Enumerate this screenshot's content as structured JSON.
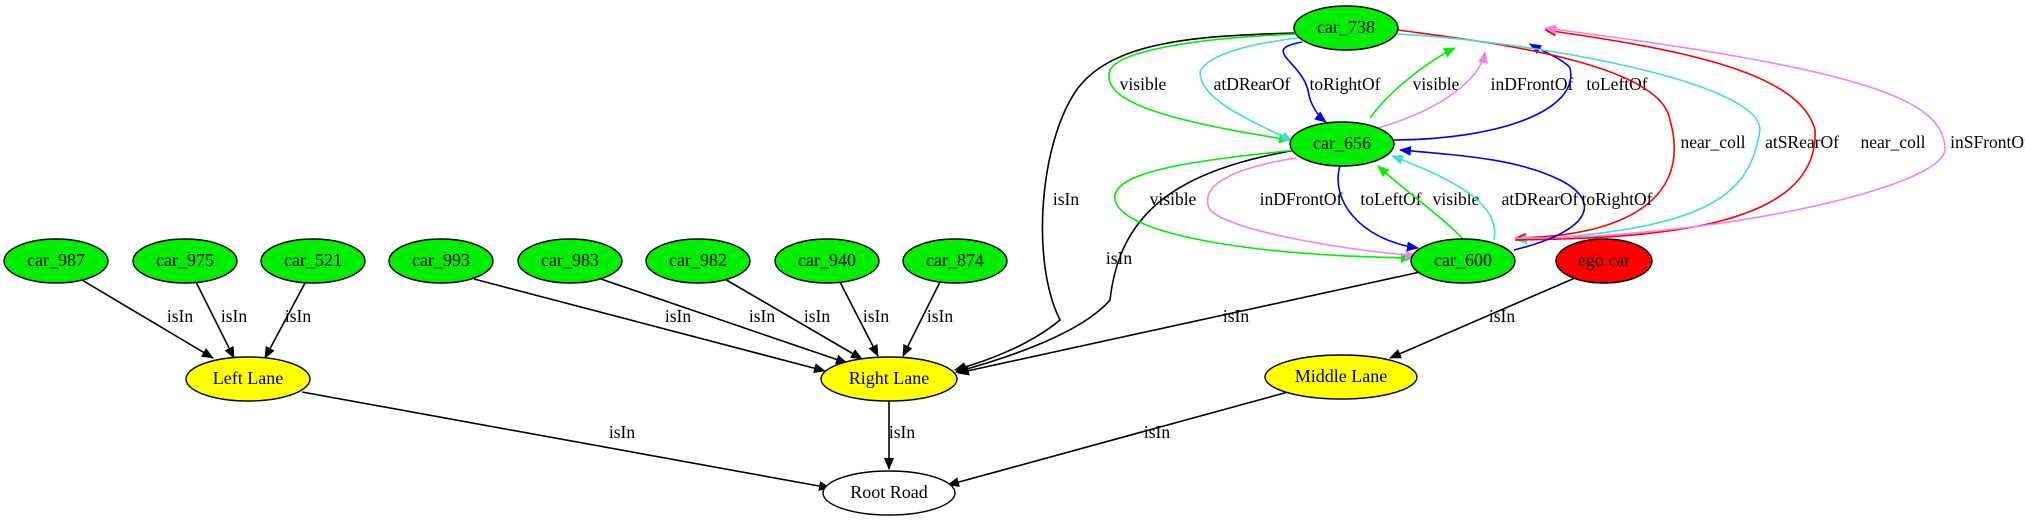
{
  "colors": {
    "car": "#00ee00",
    "ego": "#ff0000",
    "lane": "#ffff00",
    "road": "#ffffff",
    "isIn": "#000000",
    "visible": "#00ee00",
    "atDRearOf": "#40e0d0",
    "atSRearOf": "#40e0d0",
    "toRightOf": "#0000ee",
    "toLeftOf": "#0000ee",
    "inDFrontOf": "#ee82ee",
    "inSFrontOf": "#ee82ee",
    "near_coll": "#ff0000"
  },
  "nodes": [
    {
      "id": "car_738",
      "label": "car_738",
      "kind": "car"
    },
    {
      "id": "car_656",
      "label": "car_656",
      "kind": "car"
    },
    {
      "id": "car_987",
      "label": "car_987",
      "kind": "car"
    },
    {
      "id": "car_975",
      "label": "car_975",
      "kind": "car"
    },
    {
      "id": "car_521",
      "label": "car_521",
      "kind": "car"
    },
    {
      "id": "car_993",
      "label": "car_993",
      "kind": "car"
    },
    {
      "id": "car_983",
      "label": "car_983",
      "kind": "car"
    },
    {
      "id": "car_982",
      "label": "car_982",
      "kind": "car"
    },
    {
      "id": "car_940",
      "label": "car_940",
      "kind": "car"
    },
    {
      "id": "car_874",
      "label": "car_874",
      "kind": "car"
    },
    {
      "id": "car_600",
      "label": "car_600",
      "kind": "car"
    },
    {
      "id": "ego_car",
      "label": "ego car",
      "kind": "ego"
    },
    {
      "id": "left_lane",
      "label": "Left Lane",
      "kind": "lane"
    },
    {
      "id": "right_lane",
      "label": "Right Lane",
      "kind": "lane"
    },
    {
      "id": "middle_lane",
      "label": "Middle Lane",
      "kind": "lane"
    },
    {
      "id": "root_road",
      "label": "Root Road",
      "kind": "road"
    }
  ],
  "edges": [
    {
      "source": "car_987",
      "target": "left_lane",
      "label": "isIn",
      "relation": "isIn"
    },
    {
      "source": "car_975",
      "target": "left_lane",
      "label": "isIn",
      "relation": "isIn"
    },
    {
      "source": "car_521",
      "target": "left_lane",
      "label": "isIn",
      "relation": "isIn"
    },
    {
      "source": "car_993",
      "target": "right_lane",
      "label": "isIn",
      "relation": "isIn"
    },
    {
      "source": "car_983",
      "target": "right_lane",
      "label": "isIn",
      "relation": "isIn"
    },
    {
      "source": "car_982",
      "target": "right_lane",
      "label": "isIn",
      "relation": "isIn"
    },
    {
      "source": "car_940",
      "target": "right_lane",
      "label": "isIn",
      "relation": "isIn"
    },
    {
      "source": "car_874",
      "target": "right_lane",
      "label": "isIn",
      "relation": "isIn"
    },
    {
      "source": "car_738",
      "target": "right_lane",
      "label": "isIn",
      "relation": "isIn"
    },
    {
      "source": "car_656",
      "target": "right_lane",
      "label": "isIn",
      "relation": "isIn"
    },
    {
      "source": "car_600",
      "target": "right_lane",
      "label": "isIn",
      "relation": "isIn"
    },
    {
      "source": "ego_car",
      "target": "middle_lane",
      "label": "isIn",
      "relation": "isIn"
    },
    {
      "source": "left_lane",
      "target": "root_road",
      "label": "isIn",
      "relation": "isIn"
    },
    {
      "source": "right_lane",
      "target": "root_road",
      "label": "isIn",
      "relation": "isIn"
    },
    {
      "source": "middle_lane",
      "target": "root_road",
      "label": "isIn",
      "relation": "isIn"
    },
    {
      "source": "car_738",
      "target": "car_656",
      "label": "visible",
      "relation": "visible"
    },
    {
      "source": "car_738",
      "target": "car_656",
      "label": "atDRearOf",
      "relation": "atDRearOf"
    },
    {
      "source": "car_738",
      "target": "car_656",
      "label": "toRightOf",
      "relation": "toRightOf"
    },
    {
      "source": "car_656",
      "target": "car_738",
      "label": "visible",
      "relation": "visible"
    },
    {
      "source": "car_656",
      "target": "car_738",
      "label": "inDFrontOf",
      "relation": "inDFrontOf"
    },
    {
      "source": "car_656",
      "target": "car_738",
      "label": "toLeftOf",
      "relation": "toLeftOf"
    },
    {
      "source": "car_738",
      "target": "car_600",
      "label": "near_coll",
      "relation": "near_coll"
    },
    {
      "source": "car_738",
      "target": "car_600",
      "label": "atSRearOf",
      "relation": "atSRearOf"
    },
    {
      "source": "car_600",
      "target": "car_738",
      "label": "near_coll",
      "relation": "near_coll"
    },
    {
      "source": "car_600",
      "target": "car_738",
      "label": "inSFrontOf",
      "relation": "inSFrontOf"
    },
    {
      "source": "car_656",
      "target": "car_600",
      "label": "visible",
      "relation": "visible"
    },
    {
      "source": "car_656",
      "target": "car_600",
      "label": "inDFrontOf",
      "relation": "inDFrontOf"
    },
    {
      "source": "car_656",
      "target": "car_600",
      "label": "toLeftOf",
      "relation": "toLeftOf"
    },
    {
      "source": "car_600",
      "target": "car_656",
      "label": "visible",
      "relation": "visible"
    },
    {
      "source": "car_600",
      "target": "car_656",
      "label": "atDRearOf",
      "relation": "atDRearOf"
    },
    {
      "source": "car_600",
      "target": "car_656",
      "label": "toRightOf",
      "relation": "toRightOf"
    }
  ]
}
